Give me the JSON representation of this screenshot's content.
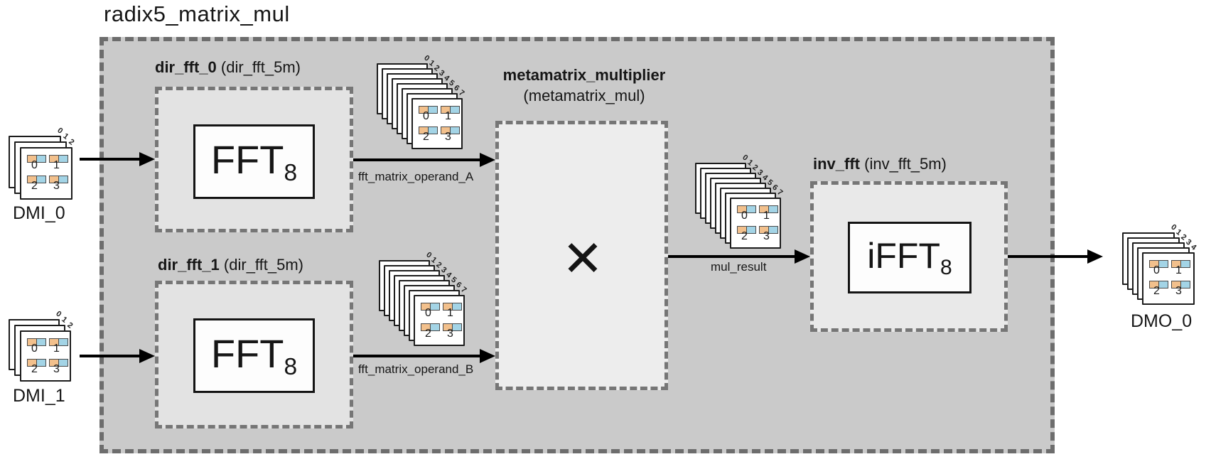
{
  "title": "radix5_matrix_mul",
  "blocks": {
    "dir_fft_0": {
      "instance": "dir_fft_0",
      "module": "(dir_fft_5m)",
      "core": "FFT",
      "core_sub": "8"
    },
    "dir_fft_1": {
      "instance": "dir_fft_1",
      "module": "(dir_fft_5m)",
      "core": "FFT",
      "core_sub": "8"
    },
    "metamatrix_multiplier": {
      "instance": "metamatrix_multiplier",
      "module": "(metamatrix_mul)",
      "symbol": "✕"
    },
    "inv_fft": {
      "instance": "inv_fft",
      "module": "(inv_fft_5m)",
      "core": "iFFT",
      "core_sub": "8"
    }
  },
  "signals": {
    "operand_a": "fft_matrix_operand_A",
    "operand_b": "fft_matrix_operand_B",
    "mul_result": "mul_result"
  },
  "ports": {
    "dmi_0": "DMI_0",
    "dmi_1": "DMI_1",
    "dmo_0": "DMO_0"
  },
  "matrix_icon": {
    "cell_labels": [
      "0",
      "1",
      "2",
      "3"
    ],
    "color_left": "#f2c08c",
    "color_right": "#a3d4e6"
  },
  "stacks": {
    "dmi_0": {
      "count": 3,
      "digits": [
        "0",
        "1",
        "2"
      ]
    },
    "dmi_1": {
      "count": 3,
      "digits": [
        "0",
        "1",
        "2"
      ]
    },
    "operand_a": {
      "count": 8,
      "digits": [
        "0",
        "1",
        "2",
        "3",
        "4",
        "5",
        "6",
        "7"
      ]
    },
    "operand_b": {
      "count": 8,
      "digits": [
        "0",
        "1",
        "2",
        "3",
        "4",
        "5",
        "6",
        "7"
      ]
    },
    "mul_result": {
      "count": 8,
      "digits": [
        "0",
        "1",
        "2",
        "3",
        "4",
        "5",
        "6",
        "7"
      ]
    },
    "dmo_0": {
      "count": 5,
      "digits": [
        "0",
        "1",
        "2",
        "3",
        "4"
      ]
    }
  }
}
